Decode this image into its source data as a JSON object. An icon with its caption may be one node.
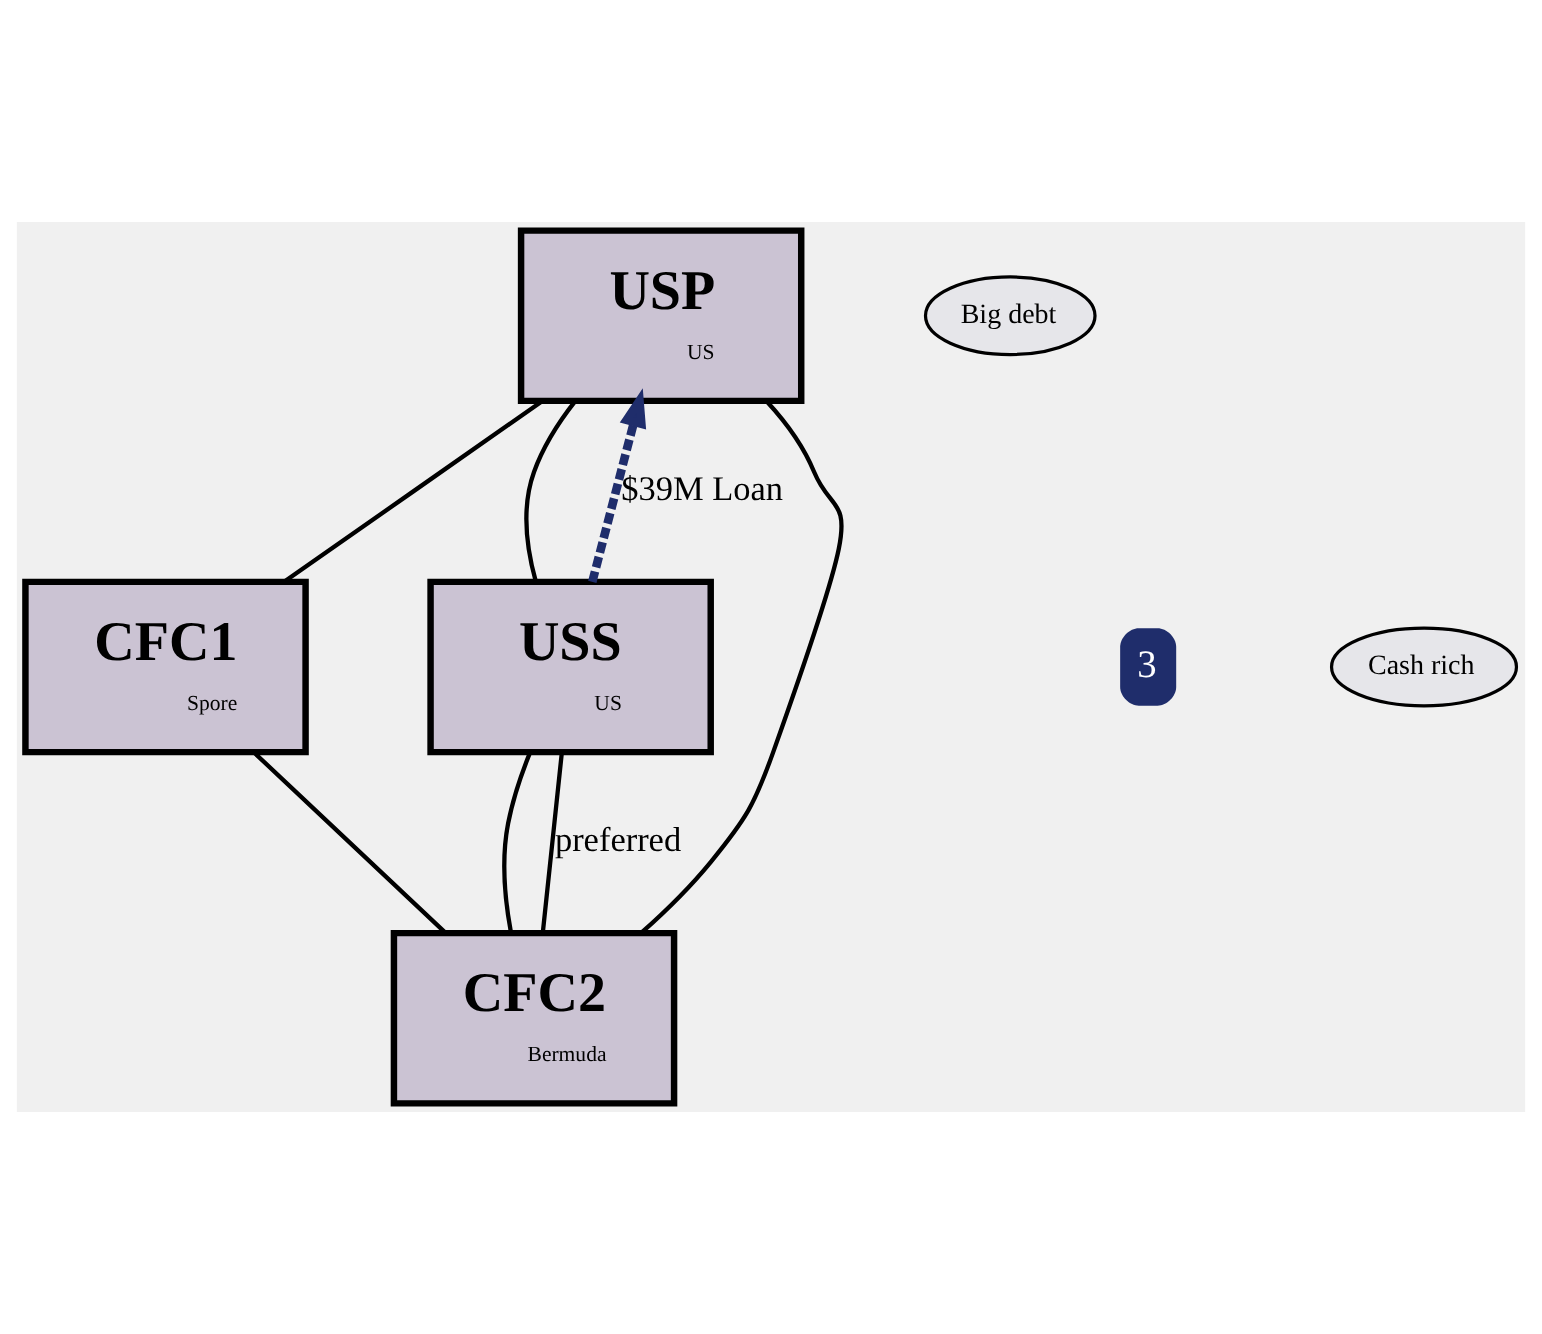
{
  "diagram": {
    "nodes": [
      {
        "text": [
          "USP",
          "US"
        ]
      },
      {
        "text": [
          "Big debt"
        ]
      },
      {
        "text": [
          "CFC1",
          "Spore"
        ]
      },
      {
        "text": [
          "Cash rich"
        ]
      },
      {
        "text": [
          "USS",
          "US"
        ]
      },
      {
        "text": [
          "CFC2",
          "Bermuda"
        ]
      }
    ],
    "edges": [
      {
        "from": 0,
        "to": 2,
        "arrow": "none"
      },
      {
        "from": 0,
        "to": 5,
        "arrow": "none"
      },
      {
        "from": 0,
        "to": 4,
        "arrow": "none"
      },
      {
        "from": 2,
        "to": 5,
        "arrow": "none"
      },
      {
        "from": 4,
        "to": 5,
        "arrow": "none"
      },
      {
        "from": 5,
        "to": 4,
        "arrow": "none",
        "label": "preferred"
      },
      {
        "from": 4,
        "to": 0,
        "arrow": "to",
        "label": "$39M Loan",
        "style": "dashed",
        "color": "#1f2d6b"
      }
    ],
    "labels": [
      "3"
    ]
  }
}
